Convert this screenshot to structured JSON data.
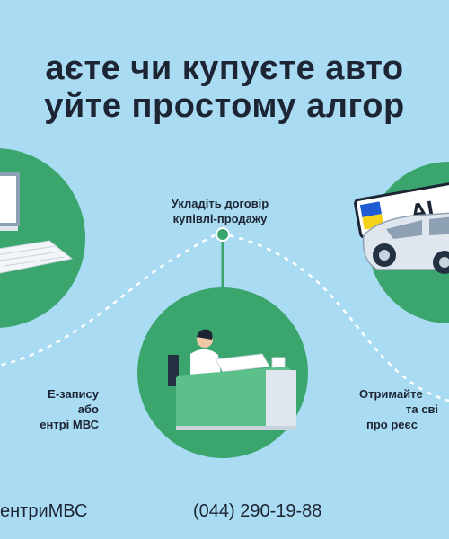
{
  "headline": {
    "line1": "аєте чи купуєте авто",
    "line2": "уйте простому алгор"
  },
  "steps": {
    "left": [
      "Е-запису",
      "або",
      "ентрі МВС"
    ],
    "center": [
      "Укладіть договір",
      "купівлі-продажу"
    ],
    "right": [
      "Отримайте",
      "та сві",
      "про реєс"
    ]
  },
  "plate": {
    "text": "AI"
  },
  "footer": {
    "left": "ентриМВС",
    "phone": "(044) 290-19-88"
  },
  "colors": {
    "background": "#a9dcf3",
    "circle": "#3aa66d",
    "text": "#1d2433"
  }
}
